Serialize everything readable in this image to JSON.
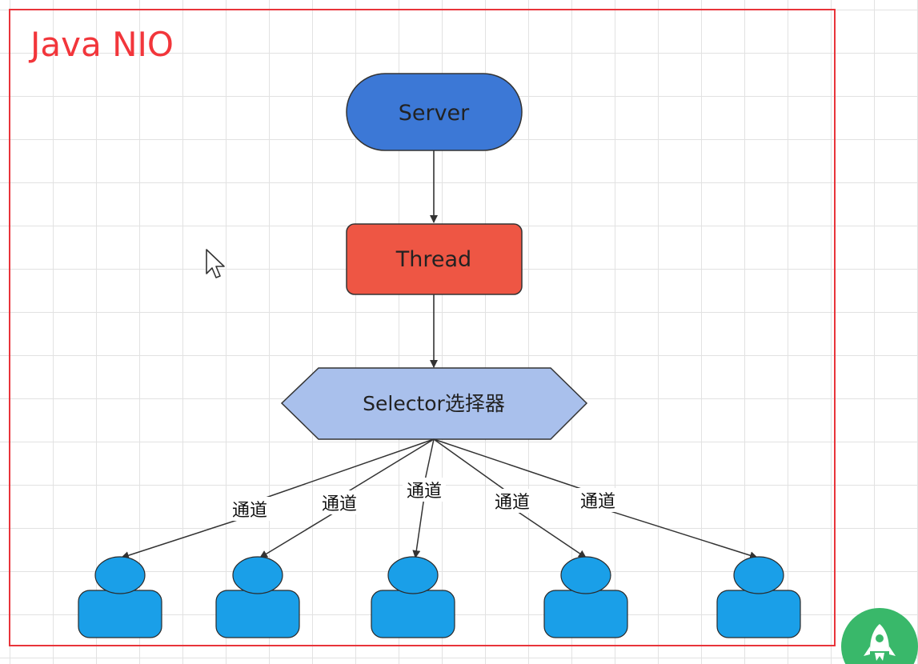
{
  "title": "Java NIO",
  "nodes": {
    "server": "Server",
    "thread": "Thread",
    "selector": "Selector选择器"
  },
  "channel_label": "通道",
  "clients": [
    {
      "label": "通道"
    },
    {
      "label": "通道"
    },
    {
      "label": "通道"
    },
    {
      "label": "通道"
    },
    {
      "label": "通道"
    }
  ],
  "colors": {
    "frame": "#e8343a",
    "title": "#f2363b",
    "server": "#3c78d6",
    "thread": "#ee5644",
    "selector": "#a9c0ec",
    "client": "#1a9fe8",
    "stroke": "#333333"
  },
  "icons": {
    "cursor": "mouse-pointer-icon",
    "badge": "rocket-icon"
  }
}
